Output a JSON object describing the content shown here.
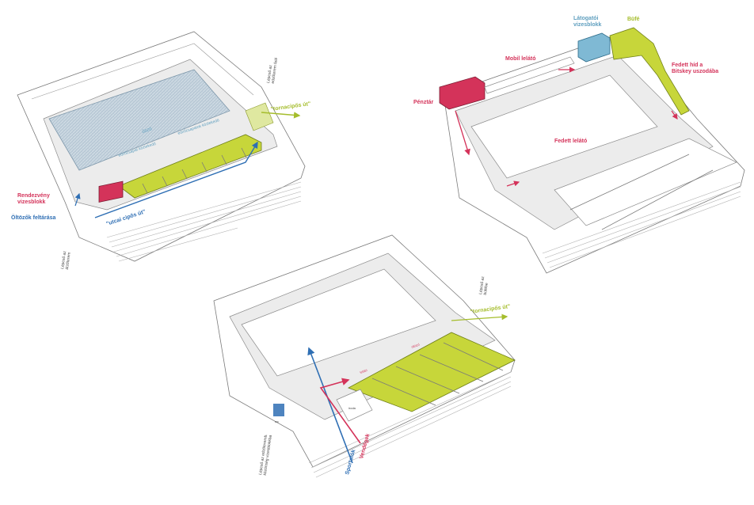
{
  "diagram_top_left": {
    "labels": {
      "events_wc": "Rendezvény\nvizesblokk",
      "changing_access": "Öltözők feltárása",
      "utca_access": "\"utcai cipős út\"",
      "tornacipo": "\"tornacipős út\"",
      "stair_top": "Lépcső az\nedzőterem felé",
      "stair_bottom": "Lépcső az\nátzőterem",
      "pool": "úszó",
      "corridor1": "edzőcsapat közlekedő",
      "corridor2": "edzőcsapatok közlekedő"
    }
  },
  "diagram_top_right": {
    "labels": {
      "visitor_wc": "Látogatói\nvizesblokk",
      "buffet": "Büfé",
      "mobile_stand": "Mobil lelátó",
      "covered_bridge": "Fedett híd a\nBitskey uszodába",
      "ticket": "Pénztár",
      "covered_stand": "Fedett lelátó"
    }
  },
  "diagram_bottom": {
    "labels": {
      "tornacipo": "\"tornacipős út\"",
      "stair_right": "Lépcső az\nbüfébe",
      "stair_left": "Lépcső az edzőteremb.\nközönség vizesblokkba",
      "visitors": "Vendégek",
      "athletes": "Sportolók",
      "stand": "lelátó",
      "changing": "öltöző",
      "wc_small": "wc",
      "office": "iroda"
    }
  }
}
